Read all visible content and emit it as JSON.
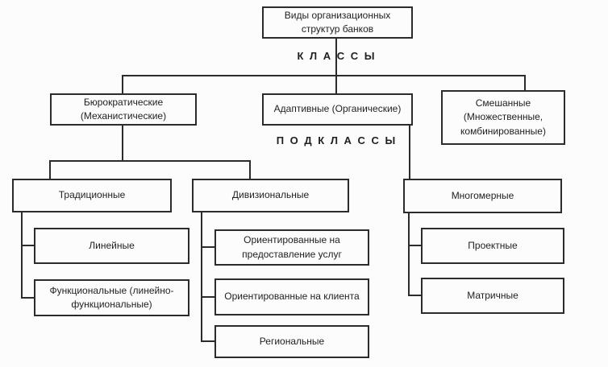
{
  "diagram": {
    "type": "hierarchy-flowchart",
    "colors": {
      "background": "#fcfcfc",
      "box_fill": "#fcfcfc",
      "border": "#2b2b2b",
      "line": "#2b2b2b",
      "text": "#1f1f1f"
    },
    "level_labels": {
      "classes": "К Л А С С Ы",
      "subclasses": "П О Д К Л А С С Ы"
    },
    "nodes": {
      "root": "Виды организационных структур банков",
      "bureaucratic": "Бюрократические (Механистические)",
      "adaptive": "Адаптивные (Органические)",
      "mixed": "Смешанные (Множественные, комбинированные)",
      "traditional": "Традиционные",
      "divisional": "Дивизиональные",
      "multidimensional": "Многомерные",
      "linear": "Линейные",
      "functional": "Функциональные (линейно-функциональные)",
      "service_oriented": "Ориентированные на предоставление услуг",
      "client_oriented": "Ориентированные на клиента",
      "regional": "Региональные",
      "project": "Проектные",
      "matrix": "Матричные"
    },
    "edges": [
      [
        "root",
        "bureaucratic"
      ],
      [
        "root",
        "adaptive"
      ],
      [
        "root",
        "mixed"
      ],
      [
        "bureaucratic",
        "traditional"
      ],
      [
        "bureaucratic",
        "divisional"
      ],
      [
        "adaptive",
        "multidimensional"
      ],
      [
        "traditional",
        "linear"
      ],
      [
        "traditional",
        "functional"
      ],
      [
        "divisional",
        "service_oriented"
      ],
      [
        "divisional",
        "client_oriented"
      ],
      [
        "divisional",
        "regional"
      ],
      [
        "multidimensional",
        "project"
      ],
      [
        "multidimensional",
        "matrix"
      ]
    ]
  }
}
